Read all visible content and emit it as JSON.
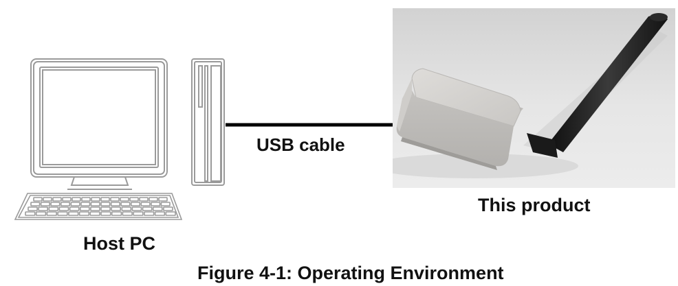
{
  "labels": {
    "cable": "USB cable",
    "product": "This product",
    "host": "Host PC",
    "caption": "Figure 4-1: Operating Environment"
  },
  "icons": {
    "host_pc": "desktop-computer-icon",
    "product": "usb-wireless-device-with-antenna"
  },
  "colors": {
    "line": "#000000",
    "outline": "#9a9a9a",
    "photo_background": "#e2e2e2",
    "device_body": "#d8d6d3",
    "antenna": "#1c1c1c"
  }
}
